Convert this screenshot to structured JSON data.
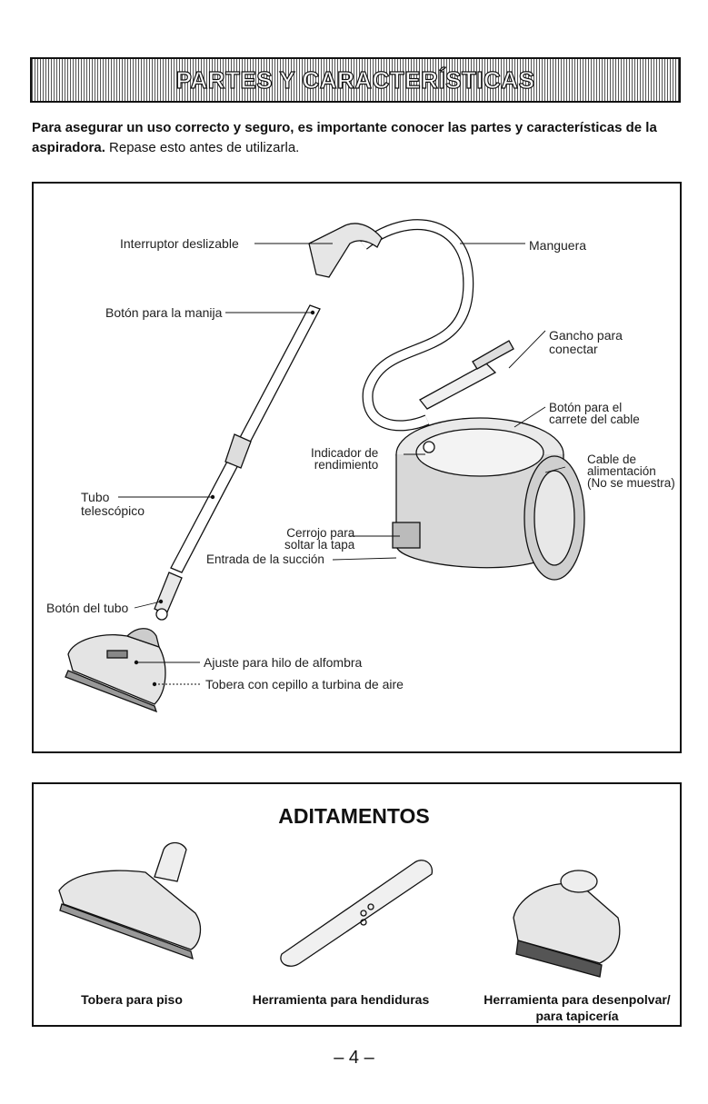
{
  "header": {
    "title": "PARTES Y CARACTERÍSTICAS"
  },
  "intro": {
    "bold": "Para asegurar un uso correcto y seguro, es importante conocer las partes y características de la aspiradora.",
    "normal": " Repase esto antes de utilizarla."
  },
  "parts": {
    "slide_switch": "Interruptor deslizable",
    "hose": "Manguera",
    "handle_button": "Botón para la manija",
    "hook": "Gancho para\nconectar",
    "cord_reel_button": "Botón para el\ncarrete del cable",
    "performance_indicator": "Indicador de\nrendimiento",
    "power_cord": "Cable de\nalimentación\n(No se muestra)",
    "telescopic_tube": "Tubo\ntelescópico",
    "lid_release": "Cerrojo para\nsoltar la tapa",
    "suction_inlet": "Entrada de la succión",
    "tube_button": "Botón del tubo",
    "carpet_adjust": "Ajuste para hilo de alfombra",
    "air_turbine_nozzle": "Tobera con cepillo a turbina de aire"
  },
  "accessories": {
    "title": "ADITAMENTOS",
    "items": [
      {
        "label": "Tobera para piso"
      },
      {
        "label": "Herramienta para hendiduras"
      },
      {
        "label": "Herramienta para desenpolvar/\npara tapicería"
      }
    ]
  },
  "footer": {
    "page": "– 4 –"
  }
}
